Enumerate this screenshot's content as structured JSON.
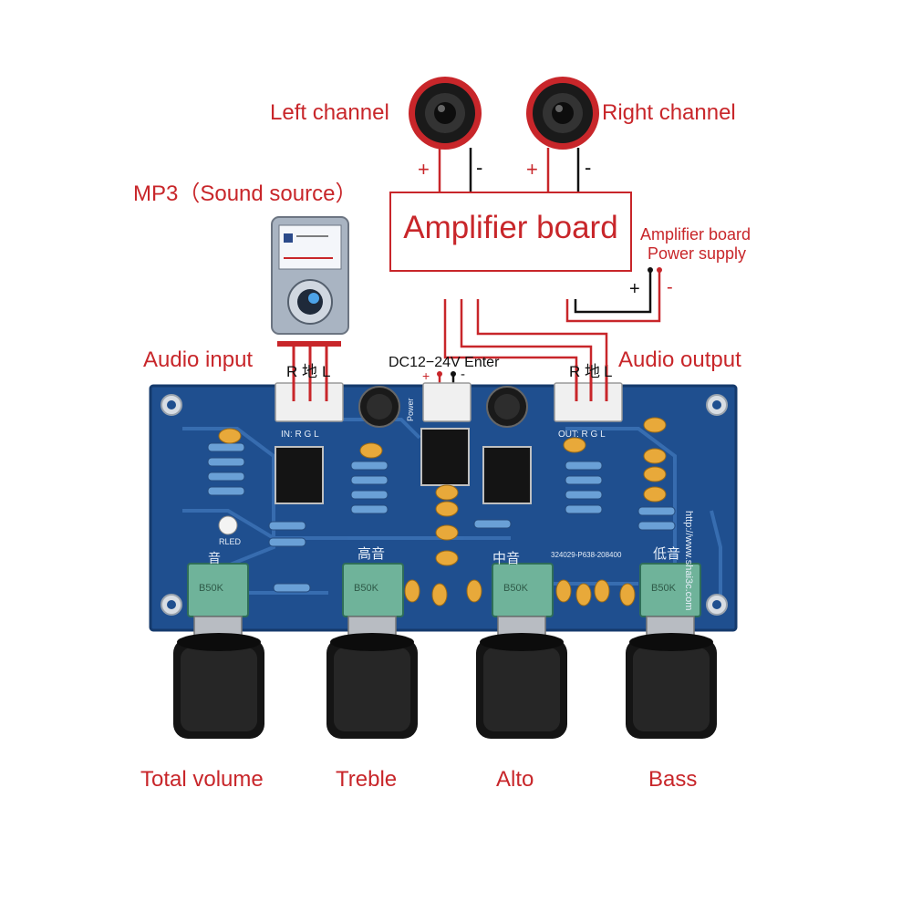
{
  "labels": {
    "left_channel": "Left channel",
    "right_channel": "Right channel",
    "mp3_source": "MP3（Sound source）",
    "amplifier_board": "Amplifier board",
    "amp_power_line1": "Amplifier board",
    "amp_power_line2": "Power supply",
    "audio_input": "Audio input",
    "audio_output": "Audio output",
    "dc_enter": "DC12−24V Enter",
    "total_volume": "Total volume",
    "treble": "Treble",
    "alto": "Alto",
    "bass": "Bass"
  },
  "polarity": {
    "plus": "+",
    "minus": "-"
  },
  "pins": {
    "r": "R",
    "ground": "地",
    "l": "L"
  },
  "board": {
    "in_label": "IN: R  G  L",
    "out_label": "OUT: R  G  L",
    "url": "http://www.shai3c.com",
    "pot_code": "B50K",
    "pcb_code": "324029-P638-208400",
    "vol_cn": "音",
    "treble_cn": "高音",
    "alto_cn": "中音",
    "bass_cn": "低音",
    "power_cn": "Power",
    "led_label": "RLED"
  },
  "colors": {
    "label_red": "#c8262a",
    "pcb_blue": "#1f4f8f",
    "wire_black": "#111111"
  }
}
